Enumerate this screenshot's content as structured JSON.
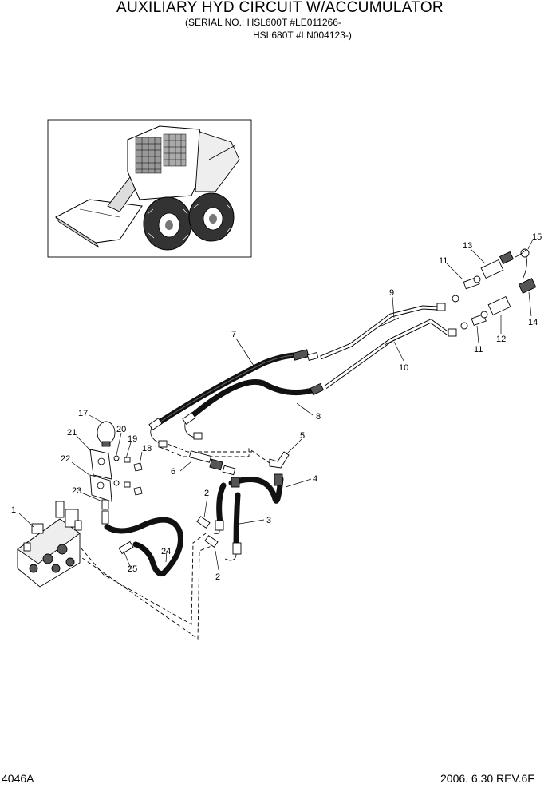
{
  "header": {
    "title": "AUXILIARY HYD CIRCUIT W/ACCUMULATOR",
    "serial_line1": "(SERIAL NO.: HSL600T #LE011266-",
    "serial_line2": "HSL680T #LN004123-)"
  },
  "footer": {
    "figure_number": "4046A",
    "date_revision": "2006. 6.30  REV.6F"
  },
  "callouts": [
    "1",
    "2",
    "2",
    "3",
    "4",
    "5",
    "6",
    "7",
    "8",
    "9",
    "10",
    "11",
    "11",
    "12",
    "13",
    "14",
    "15",
    "17",
    "18",
    "19",
    "20",
    "21",
    "22",
    "23",
    "24",
    "25"
  ]
}
